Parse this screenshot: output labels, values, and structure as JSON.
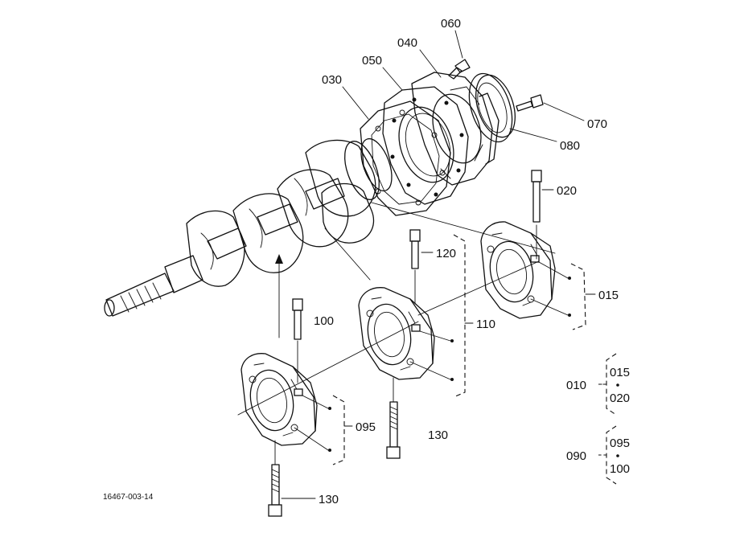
{
  "labels": {
    "p060": "060",
    "p040": "040",
    "p050": "050",
    "p030": "030",
    "p070": "070",
    "p080": "080",
    "p020": "020",
    "p120": "120",
    "p015": "015",
    "p100": "100",
    "p110": "110",
    "p095": "095",
    "p130a": "130",
    "p130b": "130"
  },
  "assemblies": [
    {
      "id": "010",
      "parts": [
        "015",
        "020"
      ]
    },
    {
      "id": "090",
      "parts": [
        "095",
        "100"
      ]
    }
  ],
  "drawing_number": "16467-003-14"
}
